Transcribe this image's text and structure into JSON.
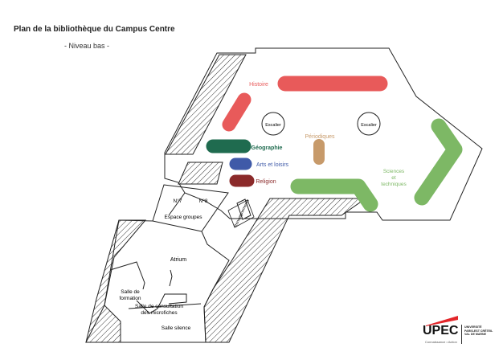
{
  "header": {
    "title": "Plan de la bibliothèque du Campus Centre",
    "subtitle": "- Niveau bas -"
  },
  "sections": {
    "histoire": "Histoire",
    "geographie": "Géographie",
    "arts": "Arts et loisirs",
    "religion": "Religion",
    "periodiques": "Périodiques",
    "sciences_1": "Sciences",
    "sciences_2": "et",
    "sciences_3": "techniques"
  },
  "stairs": {
    "left": "Escalier",
    "right": "Escalier"
  },
  "rooms": {
    "n7": "N°7",
    "n8": "N°8",
    "espace_groupes": "Espace groupes",
    "renseignements": "Renseignements",
    "atrium": "Atrium",
    "salle_formation_1": "Salle de",
    "salle_formation_2": "formation",
    "salle_microfiches_1": "Salle de consultation",
    "salle_microfiches_2": "des microfiches",
    "salle_silence": "Salle silence"
  },
  "logo": {
    "name": "UPEC",
    "tagline": "Connaissance • Action",
    "subtitle_lines": [
      "UNIVERSITÉ",
      "PARIS-EST CRÉTEIL",
      "VAL DE MARNE"
    ]
  },
  "colors": {
    "histoire": "#e85a5a",
    "geographie": "#1f6b4f",
    "arts": "#3f5aa8",
    "religion": "#8b2a2a",
    "periodiques": "#c79a6a",
    "sciences": "#7db865",
    "outline": "#222222",
    "logo_red": "#e3262a"
  }
}
